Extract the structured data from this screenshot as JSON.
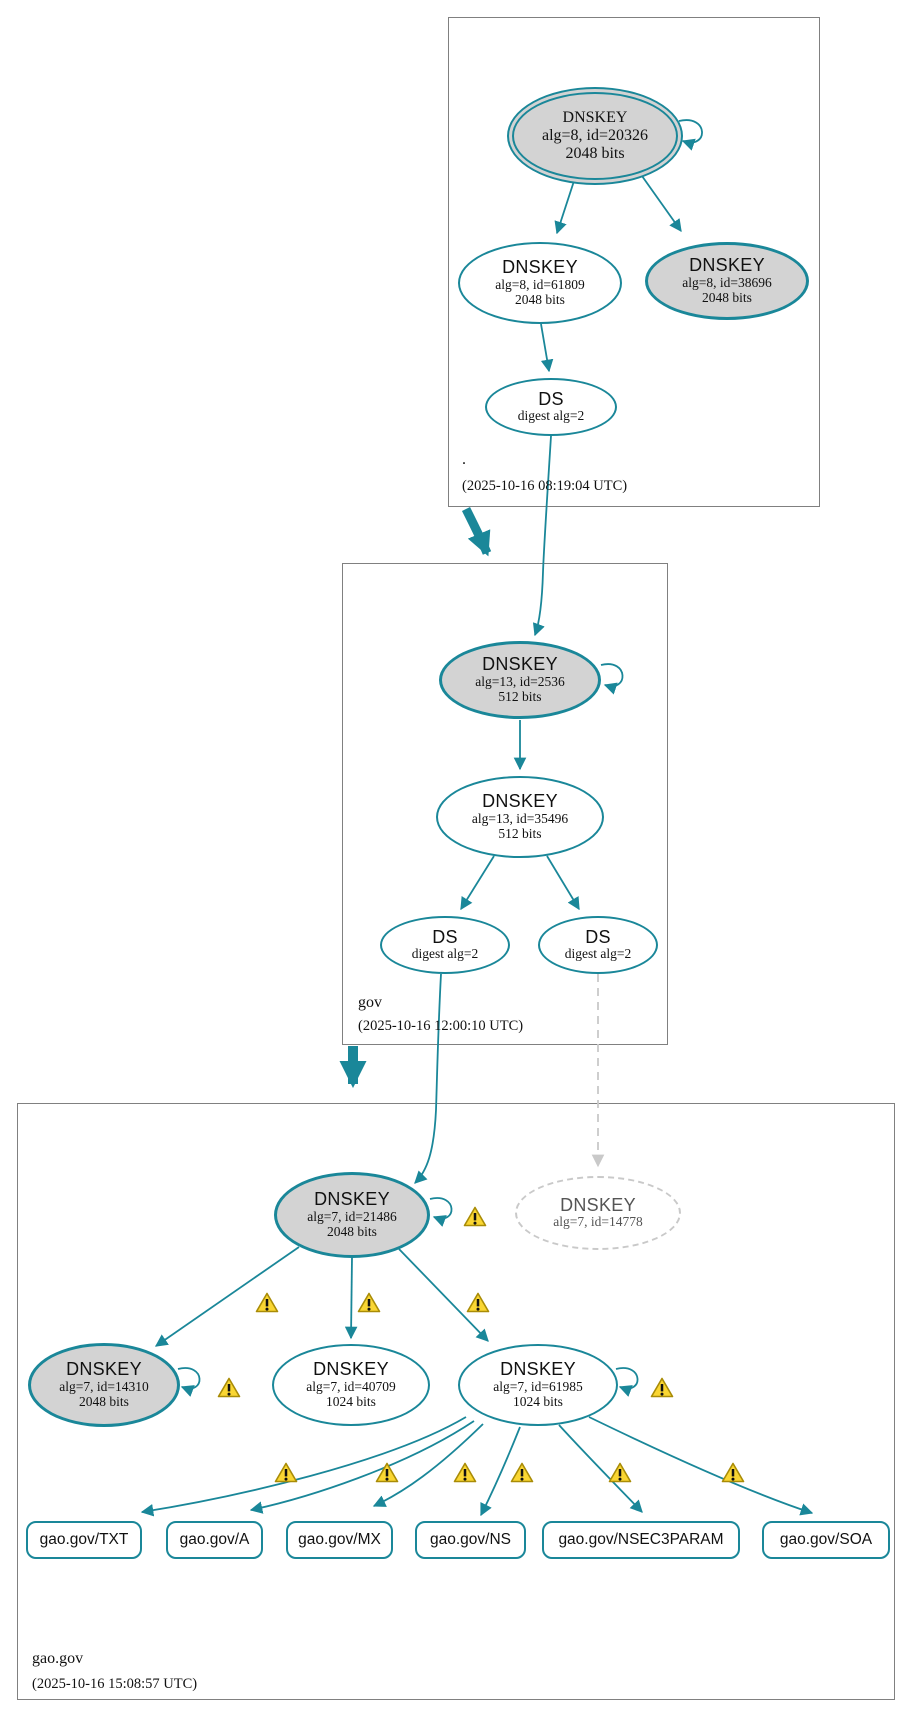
{
  "colors": {
    "secure_teal": "#1a8799",
    "sep_key_fill": "#d3d3d3",
    "warning_fill": "#fad632",
    "ghost_gray": "#c9c9c9"
  },
  "zones": {
    "root": {
      "label": ".",
      "timestamp": "(2025-10-16 08:19:04 UTC)",
      "nodes": {
        "ksk20326": {
          "title": "DNSKEY",
          "detail1": "alg=8, id=20326",
          "detail2": "2048 bits"
        },
        "key61809": {
          "title": "DNSKEY",
          "detail1": "alg=8, id=61809",
          "detail2": "2048 bits"
        },
        "key38696": {
          "title": "DNSKEY",
          "detail1": "alg=8, id=38696",
          "detail2": "2048 bits"
        },
        "ds": {
          "title": "DS",
          "detail1": "digest alg=2"
        }
      }
    },
    "gov": {
      "label": "gov",
      "timestamp": "(2025-10-16 12:00:10 UTC)",
      "nodes": {
        "ksk2536": {
          "title": "DNSKEY",
          "detail1": "alg=13, id=2536",
          "detail2": "512 bits"
        },
        "key35496": {
          "title": "DNSKEY",
          "detail1": "alg=13, id=35496",
          "detail2": "512 bits"
        },
        "ds1": {
          "title": "DS",
          "detail1": "digest alg=2"
        },
        "ds2": {
          "title": "DS",
          "detail1": "digest alg=2"
        }
      }
    },
    "gao_gov": {
      "label": "gao.gov",
      "timestamp": "(2025-10-16 15:08:57 UTC)",
      "nodes": {
        "ksk21486": {
          "title": "DNSKEY",
          "detail1": "alg=7, id=21486",
          "detail2": "2048 bits"
        },
        "missing14778": {
          "title": "DNSKEY",
          "detail1": "alg=7, id=14778"
        },
        "key14310": {
          "title": "DNSKEY",
          "detail1": "alg=7, id=14310",
          "detail2": "2048 bits"
        },
        "key40709": {
          "title": "DNSKEY",
          "detail1": "alg=7, id=40709",
          "detail2": "1024 bits"
        },
        "key61985": {
          "title": "DNSKEY",
          "detail1": "alg=7, id=61985",
          "detail2": "1024 bits"
        }
      },
      "rrsets": [
        "gao.gov/TXT",
        "gao.gov/A",
        "gao.gov/MX",
        "gao.gov/NS",
        "gao.gov/NSEC3PARAM",
        "gao.gov/SOA"
      ]
    }
  }
}
